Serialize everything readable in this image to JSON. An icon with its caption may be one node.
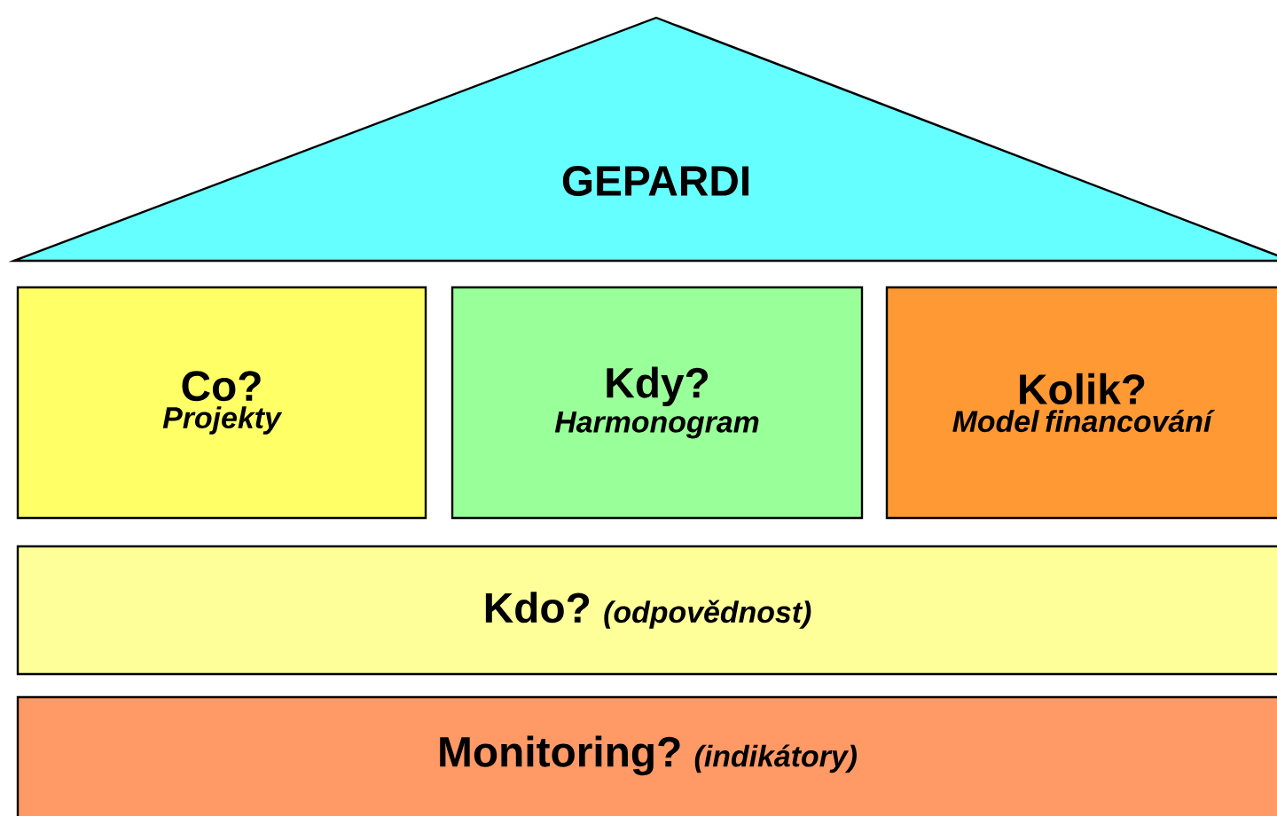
{
  "diagram": {
    "nodes": [
      {
        "text": [
          "GEPARDI"
        ]
      },
      {
        "text": [
          "Co?",
          "Projekty"
        ]
      },
      {
        "text": [
          "Kdy?",
          "Harmonogram"
        ]
      },
      {
        "text": [
          "Kolik?",
          "Model financování"
        ]
      },
      {
        "text": [
          "Kdo?",
          "(odpovědnost)"
        ]
      },
      {
        "text": [
          "Monitoring?",
          "(indikátory)"
        ]
      }
    ]
  }
}
